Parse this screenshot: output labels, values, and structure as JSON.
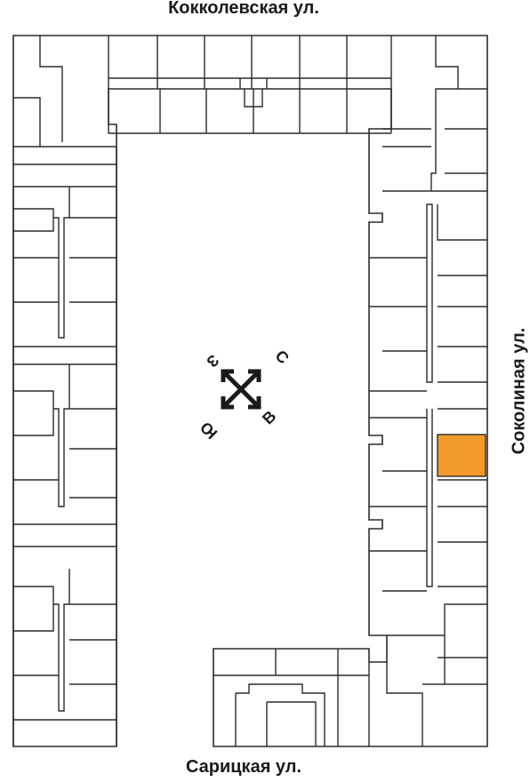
{
  "streets": {
    "top": "Кокколевская ул.",
    "right": "Соколиная ул.",
    "bottom": "Сарицкая ул."
  },
  "compass": {
    "north": "С",
    "east": "В",
    "south": "Ю",
    "west": "З"
  },
  "colors": {
    "highlight": "#F39A2B",
    "lines": "#2b2b2b"
  },
  "selected_unit": "highlighted-apartment"
}
